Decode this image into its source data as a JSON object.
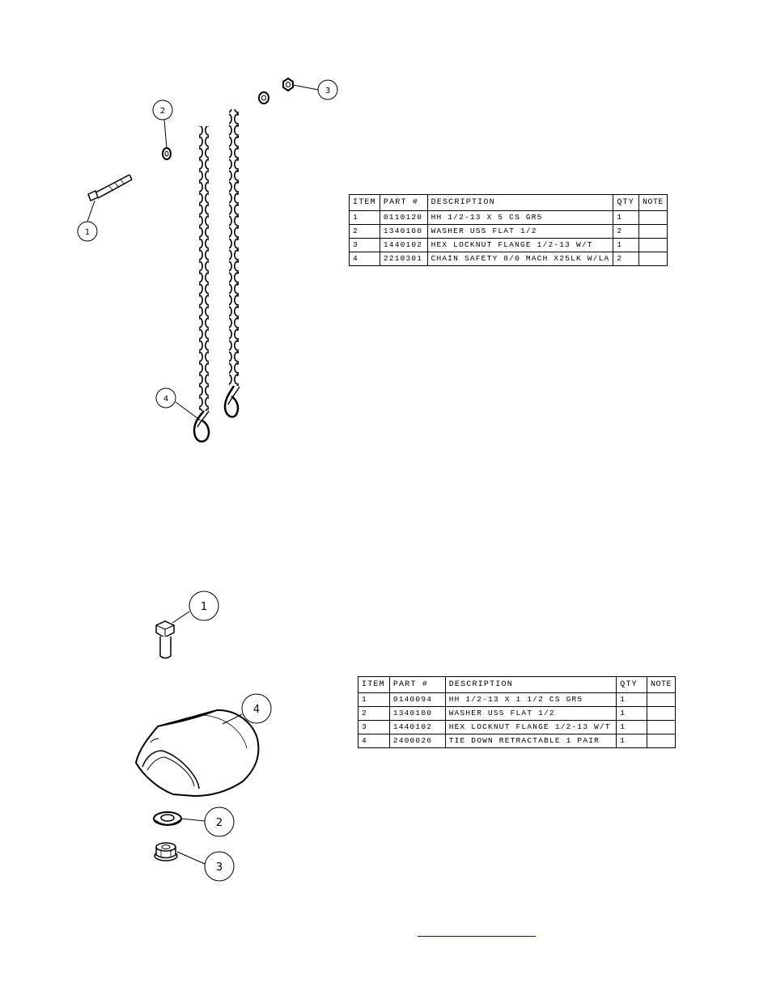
{
  "diagram_top": {
    "balloons": [
      "1",
      "2",
      "3",
      "4"
    ],
    "table": {
      "headers": [
        "ITEM",
        "PART #",
        "DESCRIPTION",
        "QTY",
        "NOTE"
      ],
      "rows": [
        [
          "1",
          "0110120",
          "HH 1/2-13 X 5 CS GR5",
          "1",
          ""
        ],
        [
          "2",
          "1340100",
          "WASHER USS FLAT 1/2",
          "2",
          ""
        ],
        [
          "3",
          "1440102",
          "HEX LOCKNUT FLANGE 1/2-13 W/T",
          "1",
          ""
        ],
        [
          "4",
          "2210301",
          "CHAIN SAFETY 8/0 MACH X25LK W/LA",
          "2",
          ""
        ]
      ]
    }
  },
  "diagram_bottom": {
    "balloons": [
      "1",
      "2",
      "3",
      "4"
    ],
    "table": {
      "headers": [
        "ITEM",
        "PART #",
        "DESCRIPTION",
        "QTY",
        "NOTE"
      ],
      "rows": [
        [
          "1",
          "0140094",
          "HH 1/2-13 X 1 1/2 CS GR5",
          "1",
          ""
        ],
        [
          "2",
          "1340100",
          "WASHER USS FLAT 1/2",
          "1",
          ""
        ],
        [
          "3",
          "1440102",
          "HEX LOCKNUT FLANGE 1/2-13 W/T",
          "1",
          ""
        ],
        [
          "4",
          "2400026",
          "TIE DOWN RETRACTABLE 1 PAIR",
          "1",
          ""
        ]
      ]
    }
  },
  "colors": {
    "line": "#000000",
    "link": "#0000ee"
  }
}
